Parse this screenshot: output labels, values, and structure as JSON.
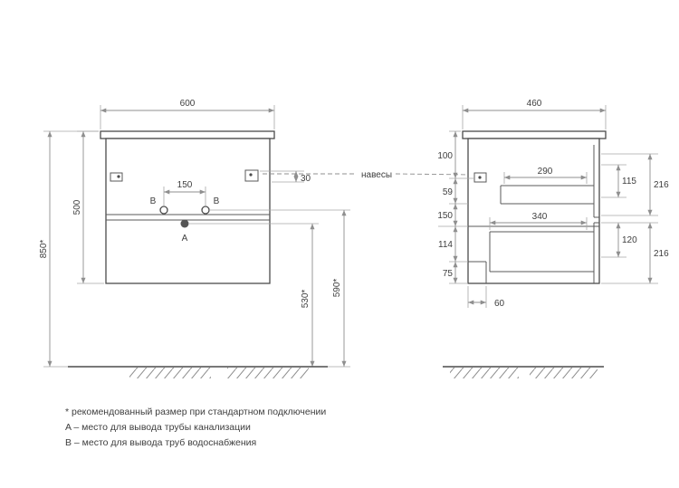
{
  "annotations": {
    "hangers": "навесы"
  },
  "front_view": {
    "labels": {
      "a": "A",
      "b_left": "B",
      "b_right": "B"
    },
    "dims": {
      "width": "600",
      "height": "500",
      "mounting_height": "850*",
      "hanger_offset": "30",
      "b_spacing": "150",
      "drain_outlet_height": "530*",
      "supply_outlet_height": "590*"
    }
  },
  "side_view": {
    "dims": {
      "depth": "460",
      "top_to_hanger": "100",
      "hanger_to_shelf": "59",
      "mid_section": "150",
      "lower_section": "114",
      "recess_height": "75",
      "upper_drawer_depth": "290",
      "lower_drawer_depth": "340",
      "recess_depth": "60",
      "upper_inner_height": "115",
      "lower_inner_height": "120",
      "upper_front_height": "216",
      "lower_front_height": "216"
    }
  },
  "footnotes": [
    "* рекомендованный размер при стандартном подключении",
    "A – место для вывода трубы канализации",
    "B – место для вывода труб водоснабжения"
  ],
  "colors": {
    "object_line": "#4c4c4c",
    "dimension_line": "#8f8f8f",
    "text": "#3e3e3e",
    "background": "#ffffff"
  }
}
